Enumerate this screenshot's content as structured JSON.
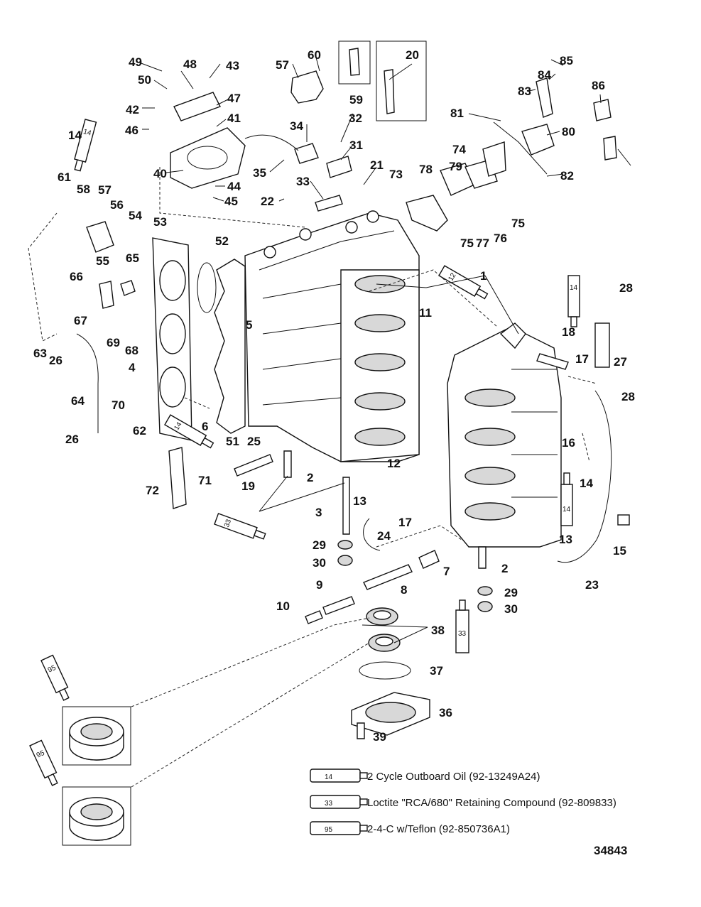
{
  "diagram_id": "34843",
  "callouts": [
    "1",
    "2",
    "2",
    "3",
    "4",
    "5",
    "6",
    "7",
    "8",
    "9",
    "10",
    "11",
    "12",
    "13",
    "13",
    "14",
    "14",
    "15",
    "16",
    "17",
    "17",
    "18",
    "19",
    "20",
    "21",
    "22",
    "23",
    "24",
    "25",
    "26",
    "26",
    "27",
    "28",
    "28",
    "29",
    "29",
    "30",
    "30",
    "31",
    "32",
    "33",
    "34",
    "35",
    "36",
    "37",
    "38",
    "39",
    "40",
    "41",
    "42",
    "43",
    "44",
    "45",
    "46",
    "47",
    "48",
    "49",
    "50",
    "51",
    "52",
    "53",
    "54",
    "55",
    "56",
    "57",
    "57",
    "58",
    "59",
    "60",
    "61",
    "62",
    "63",
    "64",
    "65",
    "66",
    "67",
    "68",
    "69",
    "70",
    "71",
    "72",
    "73",
    "74",
    "75",
    "75",
    "76",
    "77",
    "78",
    "79",
    "80",
    "81",
    "82",
    "83",
    "84",
    "85",
    "86"
  ],
  "tube_labels": [
    "14",
    "14",
    "12",
    "14",
    "14",
    "33",
    "33",
    "95",
    "95"
  ],
  "legend": [
    {
      "tube": "14",
      "text": "2 Cycle Outboard Oil (92-13249A24)"
    },
    {
      "tube": "33",
      "text": "Loctite \"RCA/680\" Retaining Compound (92-809833)"
    },
    {
      "tube": "95",
      "text": "2-4-C w/Teflon (92-850736A1)"
    }
  ]
}
